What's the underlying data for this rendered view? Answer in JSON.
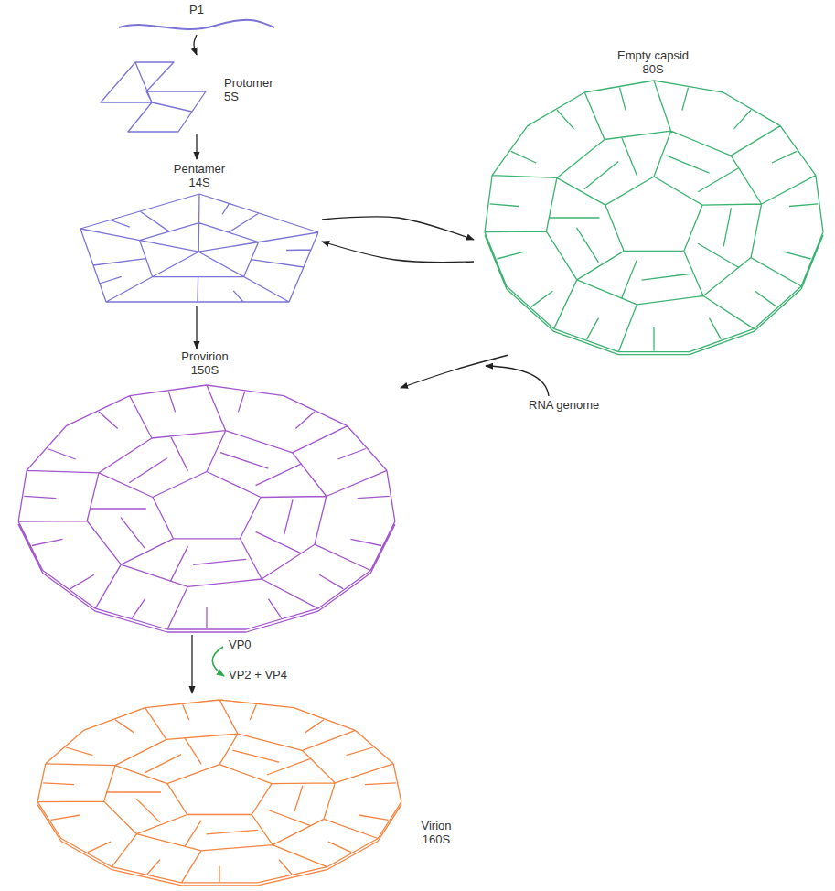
{
  "diagram": {
    "nodes": [
      {
        "text": [
          "P1"
        ]
      },
      {
        "text": [
          "Protomer 5S"
        ]
      },
      {
        "text": [
          "Pentamer 14S"
        ]
      },
      {
        "text": [
          "Empty capsid 80S"
        ]
      },
      {
        "text": [
          "Provirion 150S"
        ]
      },
      {
        "text": [
          "Virion 160S"
        ]
      }
    ],
    "edges": [
      {
        "from": 0,
        "to": 1,
        "arrow": "to"
      },
      {
        "from": 1,
        "to": 2,
        "arrow": "to"
      },
      {
        "from": 2,
        "to": 3,
        "arrow": "to"
      },
      {
        "from": 3,
        "to": 2,
        "arrow": "to"
      },
      {
        "from": 2,
        "to": 4,
        "arrow": "to"
      },
      {
        "from": 3,
        "to": 4,
        "arrow": "to"
      },
      {
        "from": 4,
        "to": 5,
        "arrow": "to"
      }
    ],
    "labels": [
      "RNA genome",
      "VP0",
      "VP2 + VP4"
    ]
  }
}
